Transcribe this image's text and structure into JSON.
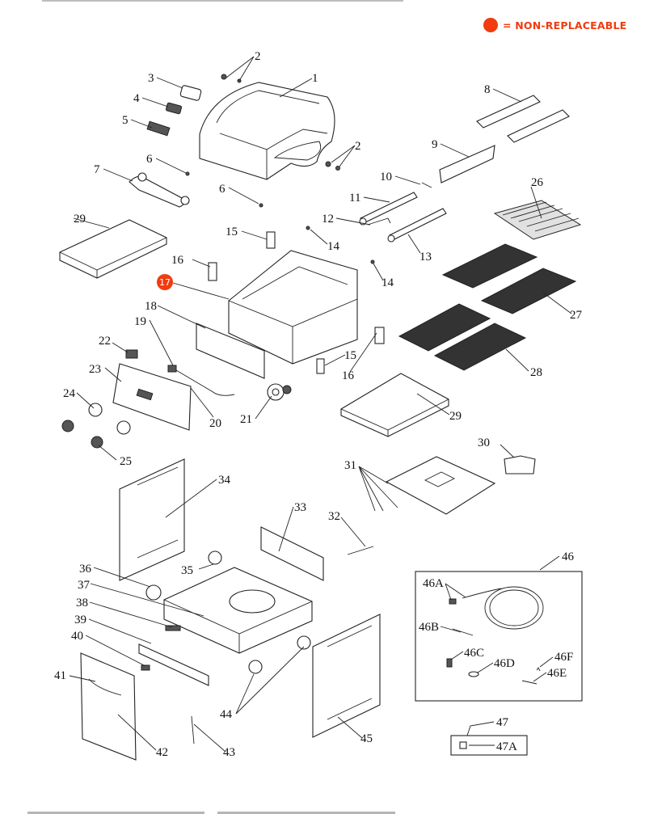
{
  "legend": {
    "marker_color": "#f03c0f",
    "text": "= NON-REPLACEABLE"
  },
  "diagram": {
    "title": "Grill exploded parts diagram",
    "non_replaceable_parts": [
      "17"
    ],
    "callouts": [
      {
        "id": "1",
        "label": "1"
      },
      {
        "id": "2a",
        "label": "2"
      },
      {
        "id": "2b",
        "label": "2"
      },
      {
        "id": "3",
        "label": "3"
      },
      {
        "id": "4",
        "label": "4"
      },
      {
        "id": "5",
        "label": "5"
      },
      {
        "id": "6a",
        "label": "6"
      },
      {
        "id": "6b",
        "label": "6"
      },
      {
        "id": "7",
        "label": "7"
      },
      {
        "id": "8",
        "label": "8"
      },
      {
        "id": "9",
        "label": "9"
      },
      {
        "id": "10",
        "label": "10"
      },
      {
        "id": "11",
        "label": "11"
      },
      {
        "id": "12",
        "label": "12"
      },
      {
        "id": "13",
        "label": "13"
      },
      {
        "id": "14a",
        "label": "14"
      },
      {
        "id": "14b",
        "label": "14"
      },
      {
        "id": "15a",
        "label": "15"
      },
      {
        "id": "15b",
        "label": "15"
      },
      {
        "id": "16a",
        "label": "16"
      },
      {
        "id": "16b",
        "label": "16"
      },
      {
        "id": "17",
        "label": "17"
      },
      {
        "id": "18",
        "label": "18"
      },
      {
        "id": "19",
        "label": "19"
      },
      {
        "id": "20",
        "label": "20"
      },
      {
        "id": "21",
        "label": "21"
      },
      {
        "id": "22",
        "label": "22"
      },
      {
        "id": "23",
        "label": "23"
      },
      {
        "id": "24",
        "label": "24"
      },
      {
        "id": "25",
        "label": "25"
      },
      {
        "id": "26",
        "label": "26"
      },
      {
        "id": "27",
        "label": "27"
      },
      {
        "id": "28",
        "label": "28"
      },
      {
        "id": "29a",
        "label": "29"
      },
      {
        "id": "29b",
        "label": "29"
      },
      {
        "id": "30",
        "label": "30"
      },
      {
        "id": "31",
        "label": "31"
      },
      {
        "id": "32",
        "label": "32"
      },
      {
        "id": "33",
        "label": "33"
      },
      {
        "id": "34",
        "label": "34"
      },
      {
        "id": "35",
        "label": "35"
      },
      {
        "id": "36",
        "label": "36"
      },
      {
        "id": "37",
        "label": "37"
      },
      {
        "id": "38",
        "label": "38"
      },
      {
        "id": "39",
        "label": "39"
      },
      {
        "id": "40",
        "label": "40"
      },
      {
        "id": "41",
        "label": "41"
      },
      {
        "id": "42",
        "label": "42"
      },
      {
        "id": "43",
        "label": "43"
      },
      {
        "id": "44",
        "label": "44"
      },
      {
        "id": "45",
        "label": "45"
      },
      {
        "id": "46",
        "label": "46"
      },
      {
        "id": "46A",
        "label": "46A"
      },
      {
        "id": "46B",
        "label": "46B"
      },
      {
        "id": "46C",
        "label": "46C"
      },
      {
        "id": "46D",
        "label": "46D"
      },
      {
        "id": "46E",
        "label": "46E"
      },
      {
        "id": "46F",
        "label": "46F"
      },
      {
        "id": "47",
        "label": "47"
      },
      {
        "id": "47A",
        "label": "47A"
      }
    ]
  }
}
